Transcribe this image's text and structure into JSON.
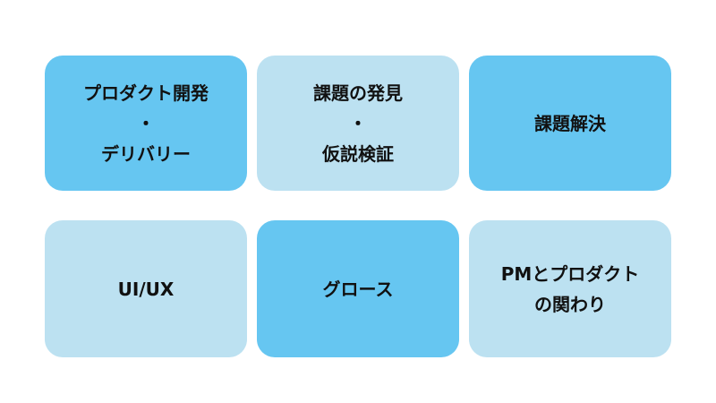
{
  "cards": [
    {
      "lines": [
        "プロダクト開発",
        "・",
        "デリバリー"
      ],
      "color": "#66c6f1"
    },
    {
      "lines": [
        "課題の発見",
        "・",
        "仮説検証"
      ],
      "color": "#bce1f1"
    },
    {
      "lines": [
        "課題解決"
      ],
      "color": "#66c6f1"
    },
    {
      "lines": [
        "UI/UX"
      ],
      "color": "#bce1f1"
    },
    {
      "lines": [
        "グロース"
      ],
      "color": "#66c6f1"
    },
    {
      "lines": [
        "PMとプロダクト",
        "の関わり"
      ],
      "color": "#bce1f1"
    }
  ]
}
